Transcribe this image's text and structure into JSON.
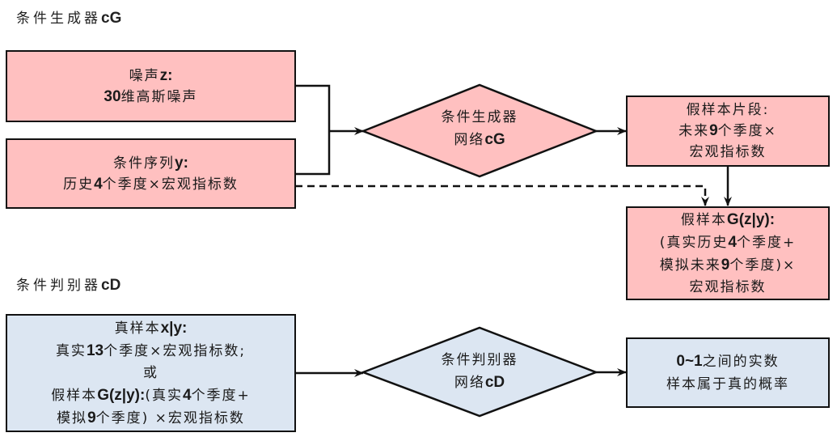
{
  "generator_section": {
    "title": "条件生成器",
    "title_suffix": "cG",
    "noise_box": {
      "line1": "噪声",
      "line1_bold": "z:",
      "line2_bold": "30",
      "line2": "维高斯噪声"
    },
    "condition_box": {
      "line1": "条件序列",
      "line1_bold": "y:",
      "line2_a": "历史",
      "line2_bold": "4",
      "line2_b": "个季度×宏观指标数"
    },
    "network": {
      "line1": "条件生成器",
      "line2": "网络",
      "line2_bold": "cG"
    },
    "fake_segment_box": {
      "line1": "假样本片段:",
      "line2_a": "未来",
      "line2_bold": "9",
      "line2_b": "个季度×",
      "line3": "宏观指标数"
    },
    "fake_sample_box": {
      "line1": "假样本",
      "line1_bold": "G(z|y):",
      "line2_a": "(真实历史",
      "line2_bold": "4",
      "line2_b": "个季度+",
      "line3_a": "模拟未来",
      "line3_bold": "9",
      "line3_b": "个季度)×",
      "line4": "宏观指标数"
    }
  },
  "discriminator_section": {
    "title": "条件判别器",
    "title_suffix": "cD",
    "input_box": {
      "line1": "真样本",
      "line1_bold": "x|y:",
      "line2_a": "真实",
      "line2_bold": "13",
      "line2_b": "个季度×宏观指标数;",
      "line3": "或",
      "line4_a": "假样本",
      "line4_bold": "G(z|y):",
      "line4_b": "(真实",
      "line4_bold2": "4",
      "line4_c": "个季度+",
      "line5_a": "模拟",
      "line5_bold": "9",
      "line5_b": "个季度) ×宏观指标数"
    },
    "network": {
      "line1": "条件判别器",
      "line2": "网络",
      "line2_bold": "cD"
    },
    "output_box": {
      "line1_bold": "0~1",
      "line1": "之间的实数",
      "line2": "样本属于真的概率"
    }
  },
  "colors": {
    "generator_fill": "#FFC0C0",
    "discriminator_fill": "#DCE6F2",
    "stroke": "#111111"
  }
}
